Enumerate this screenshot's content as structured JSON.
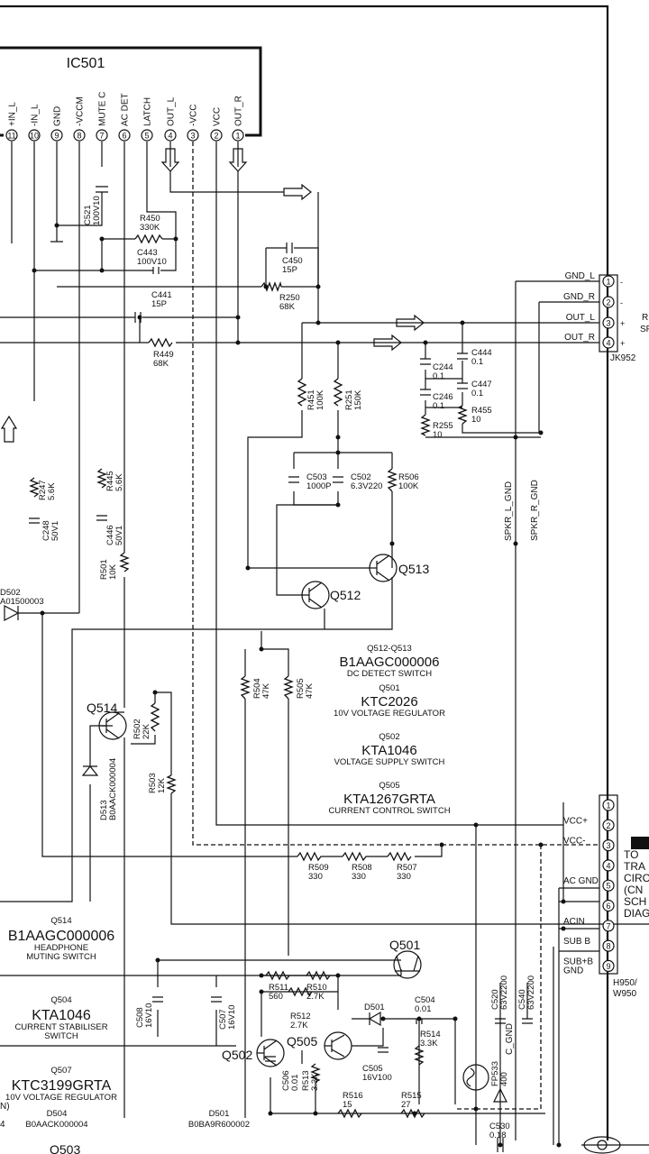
{
  "ic": {
    "name": "IC501"
  },
  "ic_pins": [
    {
      "num": "11",
      "label": "+IN_L"
    },
    {
      "num": "10",
      "label": "-IN_L"
    },
    {
      "num": "9",
      "label": "GND"
    },
    {
      "num": "8",
      "label": "-VCCM"
    },
    {
      "num": "7",
      "label": "MUTE C"
    },
    {
      "num": "6",
      "label": "AC DET"
    },
    {
      "num": "5",
      "label": "LATCH"
    },
    {
      "num": "4",
      "label": "OUT_L"
    },
    {
      "num": "3",
      "label": "-VCC"
    },
    {
      "num": "2",
      "label": "VCC"
    },
    {
      "num": "1",
      "label": "OUT_R"
    }
  ],
  "jk952": {
    "name": "JK952",
    "pins": [
      {
        "num": "1",
        "label": "GND_L",
        "mark": "-"
      },
      {
        "num": "2",
        "label": "GND_R",
        "mark": "-"
      },
      {
        "num": "3",
        "label": "OUT_L",
        "mark": "+"
      },
      {
        "num": "4",
        "label": "OUT_R",
        "mark": "+"
      }
    ],
    "edge_text": [
      "R",
      "SP"
    ]
  },
  "connector": {
    "name": "H950/\nW950",
    "pins": [
      {
        "num": "1",
        "label": ""
      },
      {
        "num": "2",
        "label": "VCC+"
      },
      {
        "num": "3",
        "label": "VCC-"
      },
      {
        "num": "4",
        "label": ""
      },
      {
        "num": "5",
        "label": "AC GND"
      },
      {
        "num": "6",
        "label": ""
      },
      {
        "num": "7",
        "label": "ACIN"
      },
      {
        "num": "8",
        "label": "SUB B"
      },
      {
        "num": "9",
        "label": "SUB+B\nGND"
      }
    ],
    "edge_text": [
      "TO",
      "TRA",
      "CIRC",
      "(CN",
      "SCH",
      "DIAG"
    ]
  },
  "components": {
    "C521": {
      "ref": "C521",
      "val": "100V10"
    },
    "R450": {
      "ref": "R450",
      "val": "330K"
    },
    "C443": {
      "ref": "C443",
      "val": "100V10"
    },
    "C450": {
      "ref": "C450",
      "val": "15P"
    },
    "R250": {
      "ref": "R250",
      "val": "68K"
    },
    "C441": {
      "ref": "C441",
      "val": "15P"
    },
    "R449": {
      "ref": "R449",
      "val": "68K"
    },
    "R451": {
      "ref": "R451",
      "val": "100K"
    },
    "R251": {
      "ref": "R251",
      "val": "150K"
    },
    "C244": {
      "ref": "C244",
      "val": "0.1"
    },
    "C246": {
      "ref": "C246",
      "val": "0.1"
    },
    "R255": {
      "ref": "R255",
      "val": "10"
    },
    "C444": {
      "ref": "C444",
      "val": "0.1"
    },
    "C447": {
      "ref": "C447",
      "val": "0.1"
    },
    "R455": {
      "ref": "R455",
      "val": "10"
    },
    "C503": {
      "ref": "C503",
      "val": "1000P"
    },
    "C502": {
      "ref": "C502",
      "val": "6.3V220"
    },
    "R506": {
      "ref": "R506",
      "val": "100K"
    },
    "R247": {
      "ref": "R247",
      "val": "5.6K"
    },
    "C248": {
      "ref": "C248",
      "val": "50V1"
    },
    "R445": {
      "ref": "R445",
      "val": "5.6K"
    },
    "C446": {
      "ref": "C446",
      "val": "50V1"
    },
    "R501": {
      "ref": "R501",
      "val": "10K"
    },
    "D502": {
      "ref": "D502",
      "val": "A01500003"
    },
    "R504": {
      "ref": "R504",
      "val": "47K"
    },
    "R505": {
      "ref": "R505",
      "val": "47K"
    },
    "R502": {
      "ref": "R502",
      "val": "22K"
    },
    "D513": {
      "ref": "D513",
      "val": "B0AACK000004"
    },
    "R503": {
      "ref": "R503",
      "val": "12K"
    },
    "R509": {
      "ref": "R509",
      "val": "330"
    },
    "R508": {
      "ref": "R508",
      "val": "330"
    },
    "R507": {
      "ref": "R507",
      "val": "330"
    },
    "R511": {
      "ref": "R511",
      "val": "560"
    },
    "R510": {
      "ref": "R510",
      "val": "2.7K"
    },
    "R512": {
      "ref": "R512",
      "val": "2.7K"
    },
    "D501": {
      "ref": "D501",
      "val": ""
    },
    "C504": {
      "ref": "C504",
      "val": "0.01"
    },
    "R514": {
      "ref": "R514",
      "val": "3.3K"
    },
    "C505": {
      "ref": "C505",
      "val": "16V100"
    },
    "C508": {
      "ref": "C508",
      "val": "16V10"
    },
    "C507": {
      "ref": "C507",
      "val": "16V10"
    },
    "C506": {
      "ref": "C506",
      "val": "0.01"
    },
    "R513": {
      "ref": "R513",
      "val": "3.3K"
    },
    "R516": {
      "ref": "R516",
      "val": "15"
    },
    "R515": {
      "ref": "R515",
      "val": "27"
    },
    "C520": {
      "ref": "C520",
      "val": "63V2200"
    },
    "C540": {
      "ref": "C540",
      "val": "63V2200"
    },
    "FP533": {
      "ref": "FP533",
      "val": "400"
    },
    "C530": {
      "ref": "C530",
      "val": "0.18"
    }
  },
  "transistors": {
    "Q512": "Q512",
    "Q513": "Q513",
    "Q514": "Q514",
    "Q501": "Q501",
    "Q502": "Q502",
    "Q505": "Q505"
  },
  "nets": {
    "spkr_l": "SPKR_L_GND",
    "spkr_r": "SPKR_R_GND",
    "c_gnd": "C_GND"
  },
  "legend_right": [
    {
      "ref": "Q512-Q513",
      "part": "B1AAGC000006",
      "desc": "DC DETECT SWITCH"
    },
    {
      "ref": "Q501",
      "part": "KTC2026",
      "desc": "10V VOLTAGE REGULATOR"
    },
    {
      "ref": "Q502",
      "part": "KTA1046",
      "desc": "VOLTAGE SUPPLY SWITCH"
    },
    {
      "ref": "Q505",
      "part": "KTA1267GRTA",
      "desc": "CURRENT CONTROL SWITCH"
    }
  ],
  "legend_left": [
    {
      "ref": "Q514",
      "part": "B1AAGC000006",
      "desc": "HEADPHONE",
      "desc2": "MUTING SWITCH"
    },
    {
      "ref": "Q504",
      "part": "KTA1046",
      "desc": "CURRENT STABILISER",
      "desc2": "SWITCH"
    },
    {
      "ref": "Q507",
      "part": "KTC3199GRTA",
      "desc": "10V VOLTAGE REGULATOR",
      "desc2": ""
    }
  ],
  "parts_bottom": [
    {
      "ref": "D504",
      "part": "B0AACK000004"
    },
    {
      "ref": "D501",
      "part": "B0BA9R600002"
    }
  ],
  "fragments": {
    "n_paren": "N)",
    "four": "4",
    "q503": "Q503"
  }
}
